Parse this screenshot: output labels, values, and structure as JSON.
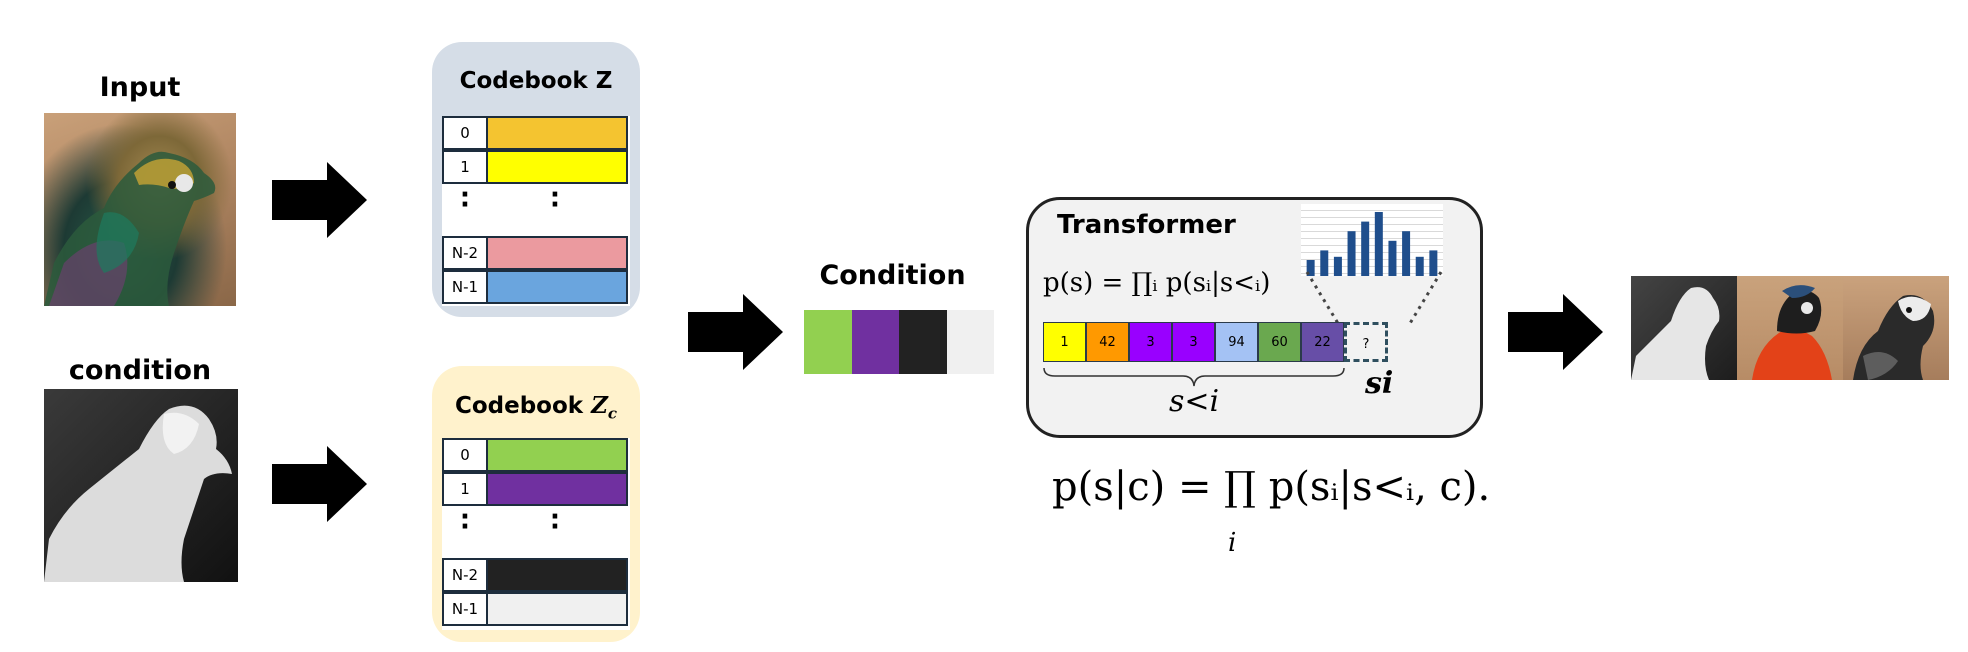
{
  "input": {
    "label": "Input"
  },
  "condition_input": {
    "label": "condition"
  },
  "codebook_z": {
    "title": "Codebook Z",
    "rows": [
      {
        "index": "0",
        "color": "#f4c430"
      },
      {
        "index": "1",
        "color": "#ffff00"
      },
      {
        "index": "N-2",
        "color": "#eb9a9f"
      },
      {
        "index": "N-1",
        "color": "#6aa5de"
      }
    ],
    "bg_color": "#d5dde7"
  },
  "codebook_zc": {
    "title": "Codebook ",
    "title_symbol": "Z",
    "title_subscript": "c",
    "rows": [
      {
        "index": "0",
        "color": "#92d050"
      },
      {
        "index": "1",
        "color": "#7030a0"
      },
      {
        "index": "N-2",
        "color": "#222222"
      },
      {
        "index": "N-1",
        "color": "#f0f0f0"
      }
    ],
    "bg_color": "#fff2cc"
  },
  "condition_strip": {
    "label": "Condition",
    "colors": [
      "#92d050",
      "#7030a0",
      "#222222",
      "#f0f0f0"
    ]
  },
  "transformer": {
    "title": "Transformer",
    "formula": "p(s) = ∏ᵢ p(sᵢ|s<ᵢ)",
    "tokens": [
      {
        "value": "1",
        "color": "#ffff00"
      },
      {
        "value": "42",
        "color": "#ff9900"
      },
      {
        "value": "3",
        "color": "#9900ff"
      },
      {
        "value": "3",
        "color": "#9900ff"
      },
      {
        "value": "94",
        "color": "#a4c2f4"
      },
      {
        "value": "60",
        "color": "#6aa84f"
      },
      {
        "value": "22",
        "color": "#674ea7"
      }
    ],
    "next_token": "?",
    "s_less_i_label": "s<i",
    "s_i_label": "si",
    "histogram_values": [
      0.25,
      0.4,
      0.3,
      0.7,
      0.85,
      1.0,
      0.55,
      0.7,
      0.3,
      0.4
    ]
  },
  "conditional_formula": "p(s|c) = ∏ p(sᵢ|s<ᵢ, c).",
  "conditional_formula_index": "i"
}
